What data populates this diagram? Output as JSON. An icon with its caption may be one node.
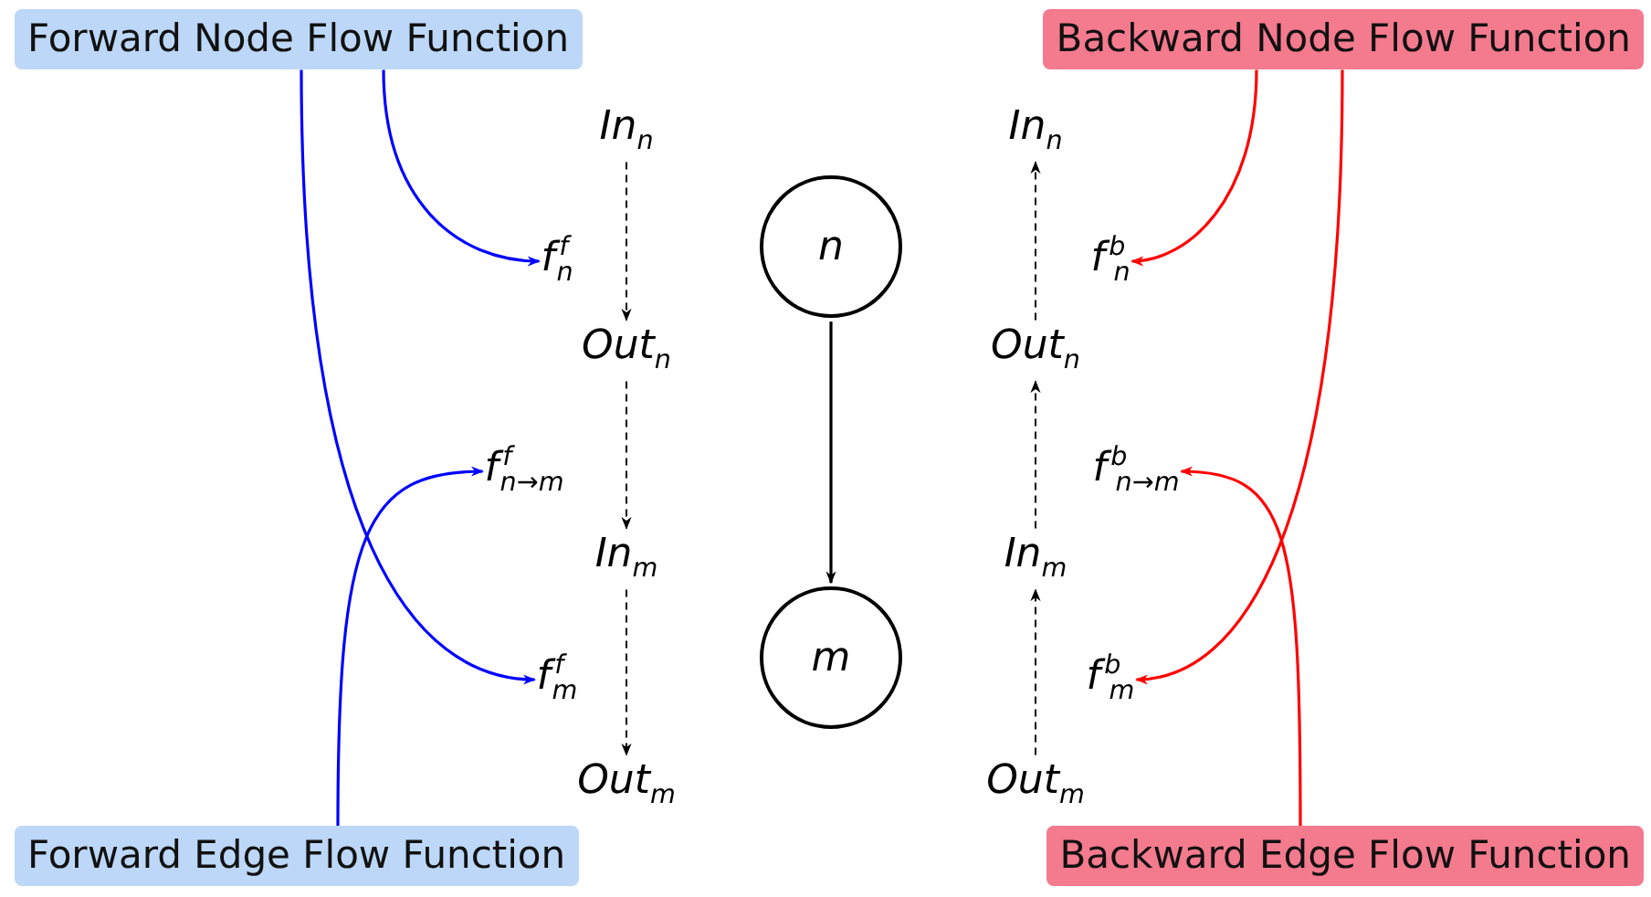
{
  "diagram": {
    "nodes": [
      {
        "text": [
          "Forward Node Flow Function"
        ]
      },
      {
        "text": [
          "Backward Node Flow Function"
        ]
      },
      {
        "text": [
          "In$_{n}$"
        ]
      },
      {
        "text": [
          "f$^{f}$$_{n}$"
        ]
      },
      {
        "text": [
          "Out$_{n}$"
        ]
      },
      {
        "text": [
          "f$^{f}$$_{n→m}$"
        ]
      },
      {
        "text": [
          "In$_{m}$"
        ]
      },
      {
        "text": [
          "f$^{f}$$_{m}$"
        ]
      },
      {
        "text": [
          "Out$_{m}$"
        ]
      },
      {
        "text": [
          "n"
        ]
      },
      {
        "text": [
          "m"
        ]
      },
      {
        "text": [
          "In$_{n}$"
        ]
      },
      {
        "text": [
          "f$^{b}$$_{n}$"
        ]
      },
      {
        "text": [
          "Out$_{n}$"
        ]
      },
      {
        "text": [
          "f$^{b}$$_{n→m}$"
        ]
      },
      {
        "text": [
          "In$_{m}$"
        ]
      },
      {
        "text": [
          "f$^{b}$$_{m}$"
        ]
      },
      {
        "text": [
          "Out$_{m}$"
        ]
      },
      {
        "text": [
          "Forward Edge Flow Function"
        ]
      },
      {
        "text": [
          "Backward Edge Flow Function"
        ]
      }
    ],
    "edges": [
      {
        "from": 2,
        "to": 4,
        "arrow": "to",
        "style": "dashed"
      },
      {
        "from": 4,
        "to": 6,
        "arrow": "to",
        "style": "dashed"
      },
      {
        "from": 6,
        "to": 8,
        "arrow": "to",
        "style": "dashed"
      },
      {
        "from": 9,
        "to": 10,
        "arrow": "to"
      },
      {
        "from": 17,
        "to": 15,
        "arrow": "to",
        "style": "dashed"
      },
      {
        "from": 15,
        "to": 13,
        "arrow": "to",
        "style": "dashed"
      },
      {
        "from": 13,
        "to": 11,
        "arrow": "to",
        "style": "dashed"
      },
      {
        "from": 0,
        "to": 3,
        "arrow": "to",
        "color": "#0000ff"
      },
      {
        "from": 0,
        "to": 7,
        "arrow": "to",
        "color": "#0000ff"
      },
      {
        "from": 18,
        "to": 5,
        "arrow": "to",
        "color": "#0000ff"
      },
      {
        "from": 1,
        "to": 12,
        "arrow": "to",
        "color": "#ff0000"
      },
      {
        "from": 1,
        "to": 16,
        "arrow": "to",
        "color": "#ff0000"
      },
      {
        "from": 19,
        "to": 14,
        "arrow": "to",
        "color": "#ff0000"
      }
    ]
  }
}
